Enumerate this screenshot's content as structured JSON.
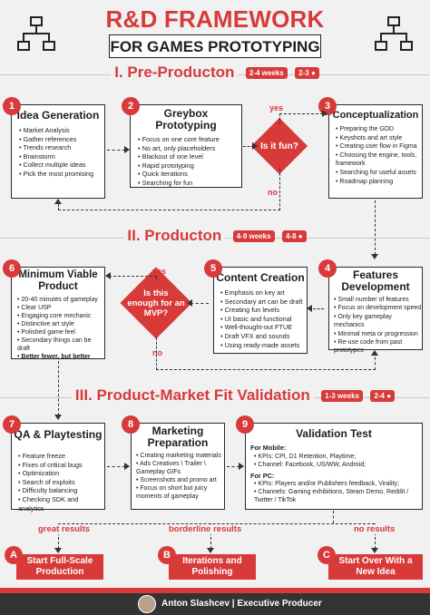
{
  "header": {
    "title": "R&D FRAMEWORK",
    "subtitle": "FOR GAMES PROTOTYPING"
  },
  "phase1": {
    "title": "I. Pre-Producton",
    "duration": "2-4 weeks",
    "team": "2-3"
  },
  "phase2": {
    "title": "II. Producton",
    "duration": "4-9 weeks",
    "team": "4-8"
  },
  "phase3": {
    "title": "III. Product-Market Fit Validation",
    "duration": "1-3 weeks",
    "team": "2-4"
  },
  "steps": {
    "s1": {
      "num": "1",
      "title": "Idea Generation",
      "items": [
        "Market Analysis",
        "Gather references",
        "Trends research",
        "Brainstorm",
        "Collect multiple ideas",
        "Pick the most promising"
      ]
    },
    "s2": {
      "num": "2",
      "title": "Greybox Prototyping",
      "items": [
        "Focus on one core feature",
        "No art, only placeholders",
        "Blackout of one level",
        "Rapid prototyping",
        "Quick iterations",
        "Searching for fun"
      ]
    },
    "s3": {
      "num": "3",
      "title": "Conceptualization",
      "items": [
        "Preparing the GDD",
        "Keyshots and art style",
        "Creating user flow in Figma",
        "Choosing the engine, tools, framework",
        "Searching for useful assets",
        "Roadmap planning"
      ]
    },
    "s4": {
      "num": "4",
      "title": "Features Development",
      "items": [
        "Small number of features",
        "Focus on development speed",
        "Only key gameplay mechanics",
        "Minimal meta or progression",
        "Re-use code from past prototypes"
      ]
    },
    "s5": {
      "num": "5",
      "title": "Content Creation",
      "items": [
        "Emphasis on key art",
        "Secondary art can be draft",
        "Creating fun levels",
        "UI basic and functional",
        "Well-thought-out FTUE",
        "Draft VFX and sounds",
        "Using ready-made assets"
      ]
    },
    "s6": {
      "num": "6",
      "title": "Minimum Viable Product",
      "items": [
        "20-40 minutes of gameplay",
        "Clear USP",
        "Engaging core mechanic",
        "Distinctive art style",
        "Polished game feel",
        "Secondary things can be draft"
      ],
      "emphasis": "Better fewer, but better"
    },
    "s7": {
      "num": "7",
      "title": "QA & Playtesting",
      "items": [
        "Feature freeze",
        "Fixes of critical bugs",
        "Optimization",
        "Search of exploits",
        "Difficulty balancing",
        "Checking SDK and analytics"
      ]
    },
    "s8": {
      "num": "8",
      "title": "Marketing Preparation",
      "items": [
        "Creating marketing materials",
        "Ads Creatives \\ Trailer \\ Gameplay GIFs",
        "Screenshots and promo art",
        "Focus on short but juicy moments of gameplay"
      ]
    },
    "s9": {
      "num": "9",
      "title": "Validation Test",
      "mobile_head": "For Mobile:",
      "mobile": [
        "KPIs: CPI, D1 Retention, Playtime;",
        "Channel: Facebook, US/WW, Android;"
      ],
      "pc_head": "For PC:",
      "pc": [
        "KPIs: Players and/or Publishers feedback, Virality;",
        "Channels: Gaming exhibitions, Steam Demo, Reddit / Twitter / TikTok"
      ]
    }
  },
  "decisions": {
    "fun": {
      "question": "Is it fun?",
      "yes": "yes",
      "no": "no"
    },
    "mvp": {
      "question": "Is this enough for an MVP?",
      "yes": "yes",
      "no": "no"
    }
  },
  "results": {
    "great": {
      "label": "great results",
      "letter": "A",
      "action": "Start Full-Scale Production"
    },
    "borderline": {
      "label": "borderline results",
      "letter": "B",
      "action": "Iterations and Polishing"
    },
    "none": {
      "label": "no results",
      "letter": "C",
      "action": "Start Over With a New Idea"
    }
  },
  "footer": {
    "author": "Anton Slashcev | Executive Producer"
  },
  "colors": {
    "accent": "#d83a3a",
    "dark": "#333333",
    "background": "#f1f1f1"
  }
}
